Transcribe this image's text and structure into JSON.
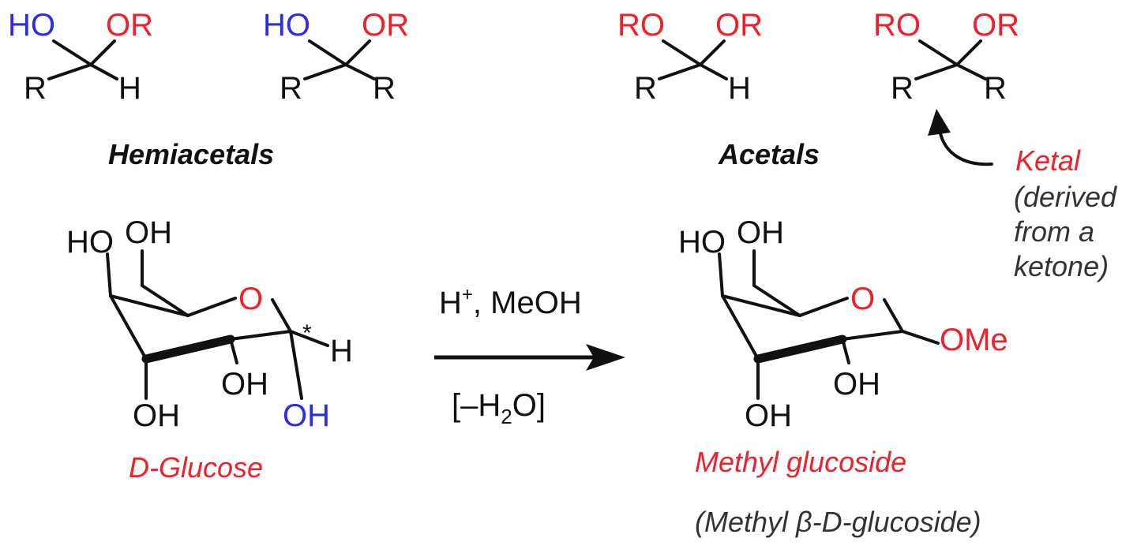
{
  "colors": {
    "black": "#111111",
    "red": "#f0202a",
    "blue": "#2a2af0"
  },
  "hemiacetal_1": {
    "top_left": "HO",
    "top_right": "OR",
    "bottom_left": "R",
    "bottom_right": "H"
  },
  "hemiacetal_2": {
    "top_left": "HO",
    "top_right": "OR",
    "bottom_left": "R",
    "bottom_right": "R"
  },
  "acetal_1": {
    "top_left": "RO",
    "top_right": "OR",
    "bottom_left": "R",
    "bottom_right": "H"
  },
  "acetal_2": {
    "top_left": "RO",
    "top_right": "OR",
    "bottom_left": "R",
    "bottom_right": "R"
  },
  "labels": {
    "hemiacetals": "Hemiacetals",
    "acetals": "Acetals",
    "ketal": "Ketal",
    "ketal_note_line1": "(derived",
    "ketal_note_line2": "from a",
    "ketal_note_line3": "ketone)"
  },
  "glucose": {
    "oh_c4": "HO",
    "oh_c6": "OH",
    "ring_o": "O",
    "star": "*",
    "h": "H",
    "oh_c2": "OH",
    "oh_c3": "OH",
    "oh_anomeric": "OH",
    "name": "D-Glucose"
  },
  "reaction": {
    "reagent_prefix": "H",
    "reagent_sup": "+",
    "reagent_suffix": ", MeOH",
    "condition": "[–H",
    "condition_sub": "2",
    "condition_end": "O]"
  },
  "methyl_glucoside": {
    "oh_c4": "HO",
    "oh_c6": "OH",
    "ring_o": "O",
    "ome": "OMe",
    "oh_c2": "OH",
    "oh_c3": "OH",
    "name": "Methyl glucoside",
    "alt_name": "(Methyl β-D-glucoside)"
  }
}
